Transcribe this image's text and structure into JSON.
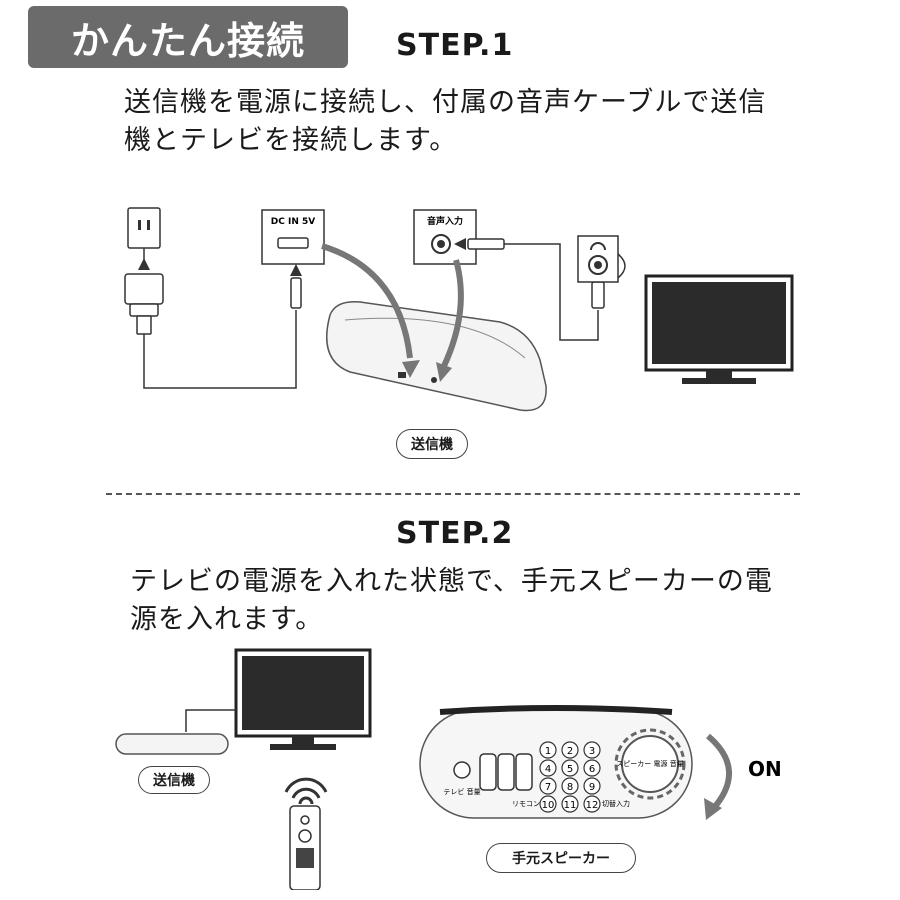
{
  "header": {
    "badge": "かんたん接続"
  },
  "step1": {
    "label": "STEP.1",
    "text_line1": "送信機を電源に接続し、付属の音声ケーブルで送信",
    "text_line2": "機とテレビを接続します。",
    "dc_label": "DC IN 5V",
    "audio_label": "音声入力",
    "device_caption": "送信機"
  },
  "step2": {
    "label": "STEP.2",
    "text_line1": "テレビの電源を入れた状態で、手元スピーカーの電",
    "text_line2": "源を入れます。",
    "transmitter_caption": "送信機",
    "speaker_caption": "手元スピーカー",
    "on_label": "ON",
    "keypad": [
      "1",
      "2",
      "3",
      "4",
      "5",
      "6",
      "7",
      "8",
      "9",
      "10",
      "11",
      "12"
    ],
    "tv_label": "テレビ\n音量",
    "remote_label": "リモコン",
    "switch_label": "切替入力",
    "dial_label": "スピーカー\n電源\n音量"
  },
  "colors": {
    "badge_bg": "#6b6b6b",
    "ink": "#1a1a1a",
    "line": "#444444"
  }
}
